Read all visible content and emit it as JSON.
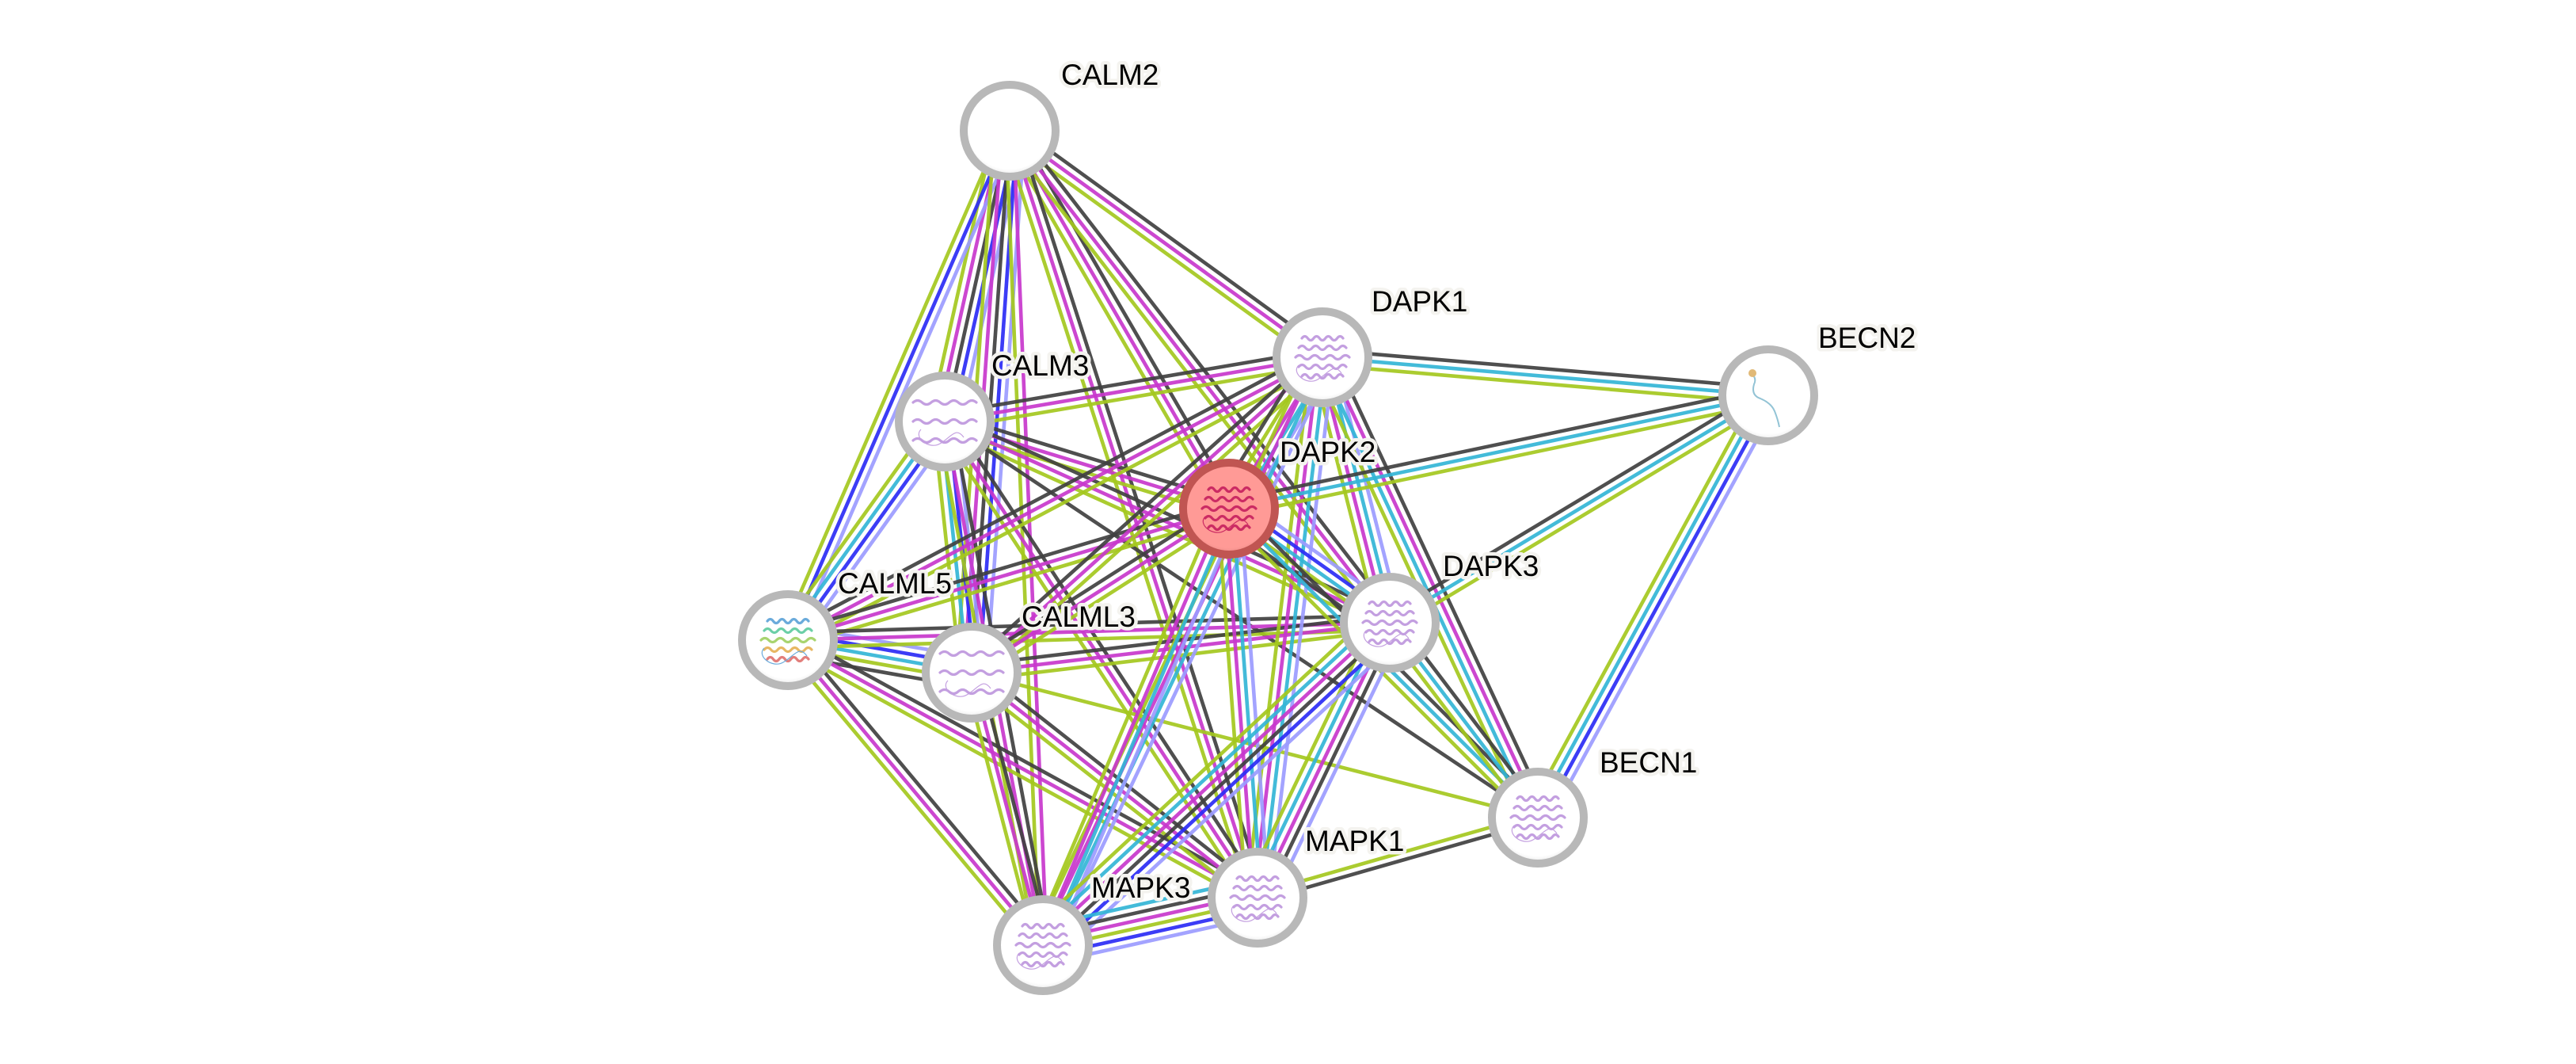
{
  "network": {
    "type": "protein-interaction-network",
    "query_protein": "DAPK2",
    "colors": {
      "coexpression": "#404040",
      "experiments": "#c837cc",
      "textmining": "#a4c81e",
      "databases": "#33b5d6",
      "cooccurrence": "#2b2bf5",
      "homology": "#9b9bff",
      "node_border": "#b8b8b8",
      "node_fill": "#ffffff",
      "query_fill": "#ff9a96",
      "query_border": "#c05552",
      "structure_tint": "#b07fd6"
    },
    "nodes": [
      {
        "id": "CALM2",
        "label": "CALM2",
        "structure": "none"
      },
      {
        "id": "DAPK1",
        "label": "DAPK1",
        "structure": "kinase"
      },
      {
        "id": "BECN2",
        "label": "BECN2",
        "structure": "coil"
      },
      {
        "id": "CALM3",
        "label": "CALM3",
        "structure": "calmodulin"
      },
      {
        "id": "DAPK2",
        "label": "DAPK2",
        "structure": "kinase",
        "query": true
      },
      {
        "id": "DAPK3",
        "label": "DAPK3",
        "structure": "kinase"
      },
      {
        "id": "CALML5",
        "label": "CALML5",
        "structure": "calmodulin-rainbow"
      },
      {
        "id": "CALML3",
        "label": "CALML3",
        "structure": "calmodulin"
      },
      {
        "id": "BECN1",
        "label": "BECN1",
        "structure": "helical"
      },
      {
        "id": "MAPK1",
        "label": "MAPK1",
        "structure": "kinase"
      },
      {
        "id": "MAPK3",
        "label": "MAPK3",
        "structure": "kinase"
      }
    ],
    "edges": [
      {
        "source": "CALM2",
        "target": "CALM3",
        "evidence": [
          "homology",
          "cooccurrence",
          "coexpression",
          "experiments",
          "textmining"
        ]
      },
      {
        "source": "CALM2",
        "target": "CALML5",
        "evidence": [
          "homology",
          "cooccurrence",
          "textmining"
        ]
      },
      {
        "source": "CALM2",
        "target": "CALML3",
        "evidence": [
          "homology",
          "cooccurrence",
          "coexpression",
          "experiments",
          "textmining"
        ]
      },
      {
        "source": "CALM2",
        "target": "DAPK1",
        "evidence": [
          "coexpression",
          "experiments",
          "textmining"
        ]
      },
      {
        "source": "CALM2",
        "target": "DAPK2",
        "evidence": [
          "coexpression",
          "experiments",
          "textmining"
        ]
      },
      {
        "source": "CALM2",
        "target": "DAPK3",
        "evidence": [
          "coexpression",
          "experiments",
          "textmining"
        ]
      },
      {
        "source": "CALM2",
        "target": "MAPK1",
        "evidence": [
          "coexpression",
          "experiments",
          "textmining"
        ]
      },
      {
        "source": "CALM2",
        "target": "MAPK3",
        "evidence": [
          "experiments",
          "textmining"
        ]
      },
      {
        "source": "CALM3",
        "target": "CALML5",
        "evidence": [
          "homology",
          "cooccurrence",
          "databases",
          "textmining"
        ]
      },
      {
        "source": "CALM3",
        "target": "CALML3",
        "evidence": [
          "homology",
          "cooccurrence",
          "databases",
          "textmining"
        ]
      },
      {
        "source": "CALM3",
        "target": "DAPK1",
        "evidence": [
          "coexpression",
          "experiments",
          "textmining"
        ]
      },
      {
        "source": "CALM3",
        "target": "DAPK2",
        "evidence": [
          "coexpression",
          "experiments",
          "textmining"
        ]
      },
      {
        "source": "CALM3",
        "target": "DAPK3",
        "evidence": [
          "coexpression",
          "experiments",
          "textmining"
        ]
      },
      {
        "source": "CALM3",
        "target": "MAPK1",
        "evidence": [
          "coexpression",
          "experiments",
          "textmining"
        ]
      },
      {
        "source": "CALM3",
        "target": "MAPK3",
        "evidence": [
          "coexpression",
          "experiments",
          "textmining"
        ]
      },
      {
        "source": "CALM3",
        "target": "BECN1",
        "evidence": [
          "coexpression"
        ]
      },
      {
        "source": "CALML5",
        "target": "CALML3",
        "evidence": [
          "homology",
          "cooccurrence",
          "databases",
          "textmining",
          "coexpression"
        ]
      },
      {
        "source": "CALML5",
        "target": "DAPK1",
        "evidence": [
          "coexpression",
          "experiments",
          "textmining"
        ]
      },
      {
        "source": "CALML5",
        "target": "DAPK2",
        "evidence": [
          "coexpression",
          "experiments",
          "textmining"
        ]
      },
      {
        "source": "CALML5",
        "target": "DAPK3",
        "evidence": [
          "coexpression",
          "experiments",
          "textmining"
        ]
      },
      {
        "source": "CALML5",
        "target": "MAPK3",
        "evidence": [
          "coexpression",
          "experiments",
          "textmining"
        ]
      },
      {
        "source": "CALML5",
        "target": "MAPK1",
        "evidence": [
          "coexpression",
          "experiments",
          "textmining"
        ]
      },
      {
        "source": "CALML3",
        "target": "DAPK1",
        "evidence": [
          "coexpression",
          "experiments",
          "textmining"
        ]
      },
      {
        "source": "CALML3",
        "target": "DAPK2",
        "evidence": [
          "coexpression",
          "experiments",
          "textmining"
        ]
      },
      {
        "source": "CALML3",
        "target": "DAPK3",
        "evidence": [
          "coexpression",
          "experiments",
          "textmining"
        ]
      },
      {
        "source": "CALML3",
        "target": "MAPK1",
        "evidence": [
          "coexpression",
          "experiments",
          "textmining"
        ]
      },
      {
        "source": "CALML3",
        "target": "MAPK3",
        "evidence": [
          "coexpression",
          "experiments",
          "textmining"
        ]
      },
      {
        "source": "CALML3",
        "target": "BECN1",
        "evidence": [
          "textmining"
        ]
      },
      {
        "source": "DAPK1",
        "target": "DAPK2",
        "evidence": [
          "homology",
          "databases",
          "experiments",
          "textmining",
          "coexpression"
        ]
      },
      {
        "source": "DAPK1",
        "target": "DAPK3",
        "evidence": [
          "homology",
          "databases",
          "experiments",
          "textmining"
        ]
      },
      {
        "source": "DAPK1",
        "target": "BECN2",
        "evidence": [
          "coexpression",
          "databases",
          "textmining"
        ]
      },
      {
        "source": "DAPK1",
        "target": "BECN1",
        "evidence": [
          "coexpression",
          "experiments",
          "databases",
          "textmining"
        ]
      },
      {
        "source": "DAPK1",
        "target": "MAPK1",
        "evidence": [
          "homology",
          "databases",
          "experiments",
          "textmining"
        ]
      },
      {
        "source": "DAPK1",
        "target": "MAPK3",
        "evidence": [
          "homology",
          "databases",
          "experiments",
          "textmining"
        ]
      },
      {
        "source": "DAPK2",
        "target": "DAPK3",
        "evidence": [
          "homology",
          "cooccurrence",
          "databases",
          "textmining",
          "coexpression"
        ]
      },
      {
        "source": "DAPK2",
        "target": "BECN2",
        "evidence": [
          "coexpression",
          "databases",
          "textmining"
        ]
      },
      {
        "source": "DAPK2",
        "target": "BECN1",
        "evidence": [
          "coexpression",
          "databases",
          "textmining"
        ]
      },
      {
        "source": "DAPK2",
        "target": "MAPK1",
        "evidence": [
          "homology",
          "databases",
          "experiments",
          "textmining"
        ]
      },
      {
        "source": "DAPK2",
        "target": "MAPK3",
        "evidence": [
          "homology",
          "databases",
          "experiments",
          "textmining"
        ]
      },
      {
        "source": "DAPK3",
        "target": "BECN2",
        "evidence": [
          "coexpression",
          "databases",
          "textmining"
        ]
      },
      {
        "source": "DAPK3",
        "target": "BECN1",
        "evidence": [
          "coexpression",
          "databases",
          "textmining"
        ]
      },
      {
        "source": "DAPK3",
        "target": "MAPK1",
        "evidence": [
          "homology",
          "coexpression",
          "experiments",
          "databases",
          "textmining"
        ]
      },
      {
        "source": "DAPK3",
        "target": "MAPK3",
        "evidence": [
          "homology",
          "cooccurrence",
          "coexpression",
          "experiments",
          "databases",
          "textmining"
        ]
      },
      {
        "source": "BECN2",
        "target": "BECN1",
        "evidence": [
          "homology",
          "cooccurrence",
          "databases",
          "textmining"
        ]
      },
      {
        "source": "BECN1",
        "target": "MAPK1",
        "evidence": [
          "coexpression",
          "textmining"
        ]
      },
      {
        "source": "MAPK1",
        "target": "MAPK3",
        "evidence": [
          "homology",
          "cooccurrence",
          "textmining",
          "experiments",
          "coexpression",
          "databases"
        ]
      }
    ]
  }
}
